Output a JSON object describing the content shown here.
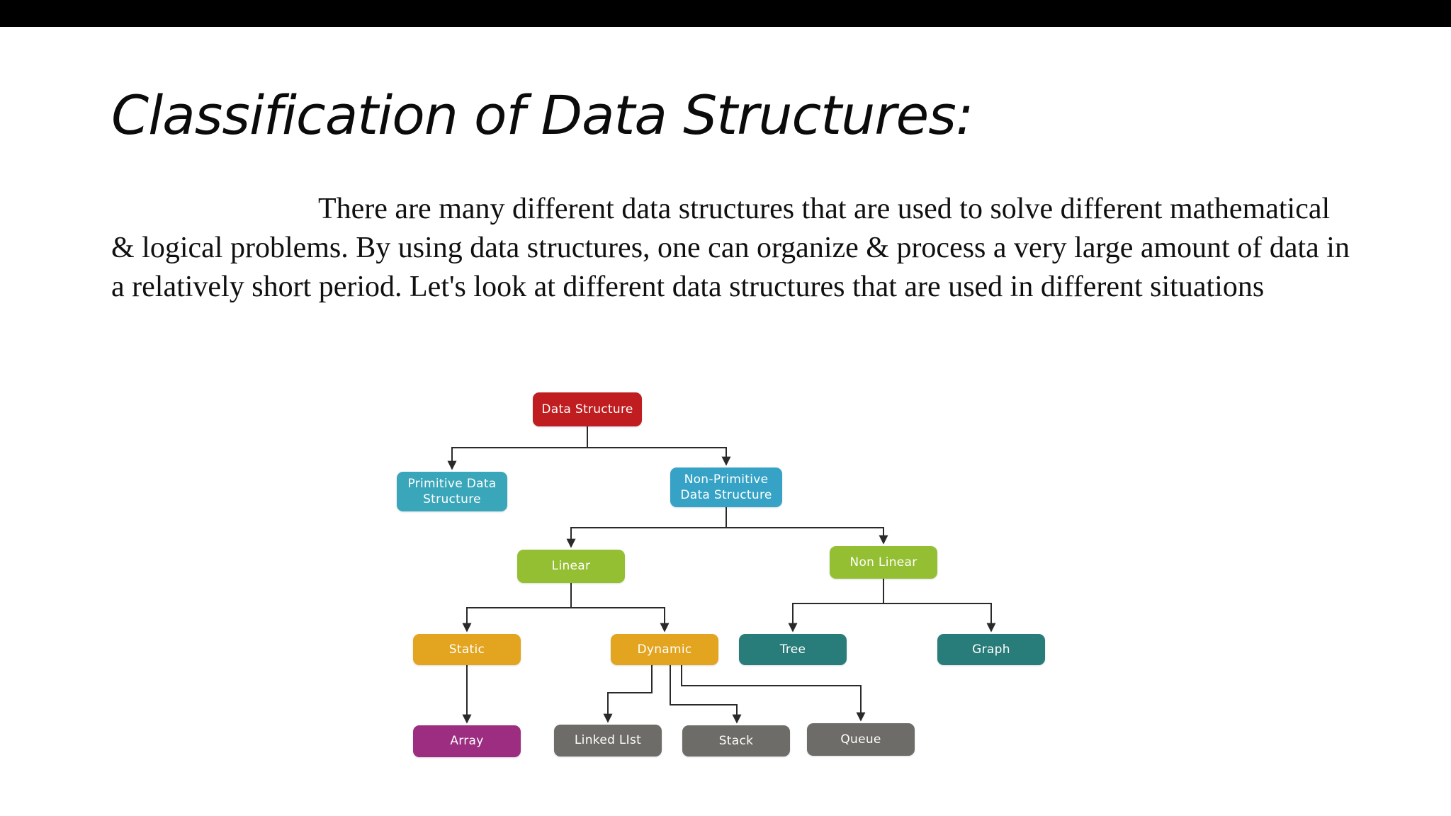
{
  "slide": {
    "title": "Classification of Data Structures:",
    "paragraph": "There are many different data structures that are used to solve different mathematical & logical problems. By using data structures, one can organize & process a very large amount of data in a relatively short period. Let's look at different data structures that are used in different situations"
  },
  "diagram": {
    "nodes": {
      "data_structure": {
        "label": "Data Structure",
        "color": "#c01d21"
      },
      "primitive": {
        "label": "Primitive Data\nStructure",
        "color": "#3aa6b9"
      },
      "non_primitive": {
        "label": "Non-Primitive\nData Structure",
        "color": "#36a3c6"
      },
      "linear": {
        "label": "Linear",
        "color": "#95bf33"
      },
      "non_linear": {
        "label": "Non Linear",
        "color": "#95bf33"
      },
      "static": {
        "label": "Static",
        "color": "#e3a41f"
      },
      "dynamic": {
        "label": "Dynamic",
        "color": "#e3a41f"
      },
      "tree": {
        "label": "Tree",
        "color": "#287c79"
      },
      "graph": {
        "label": "Graph",
        "color": "#287c79"
      },
      "array": {
        "label": "Array",
        "color": "#9c2d80"
      },
      "linked_list": {
        "label": "Linked LIst",
        "color": "#6e6c68"
      },
      "stack": {
        "label": "Stack",
        "color": "#6e6c68"
      },
      "queue": {
        "label": "Queue",
        "color": "#6e6c68"
      }
    }
  }
}
